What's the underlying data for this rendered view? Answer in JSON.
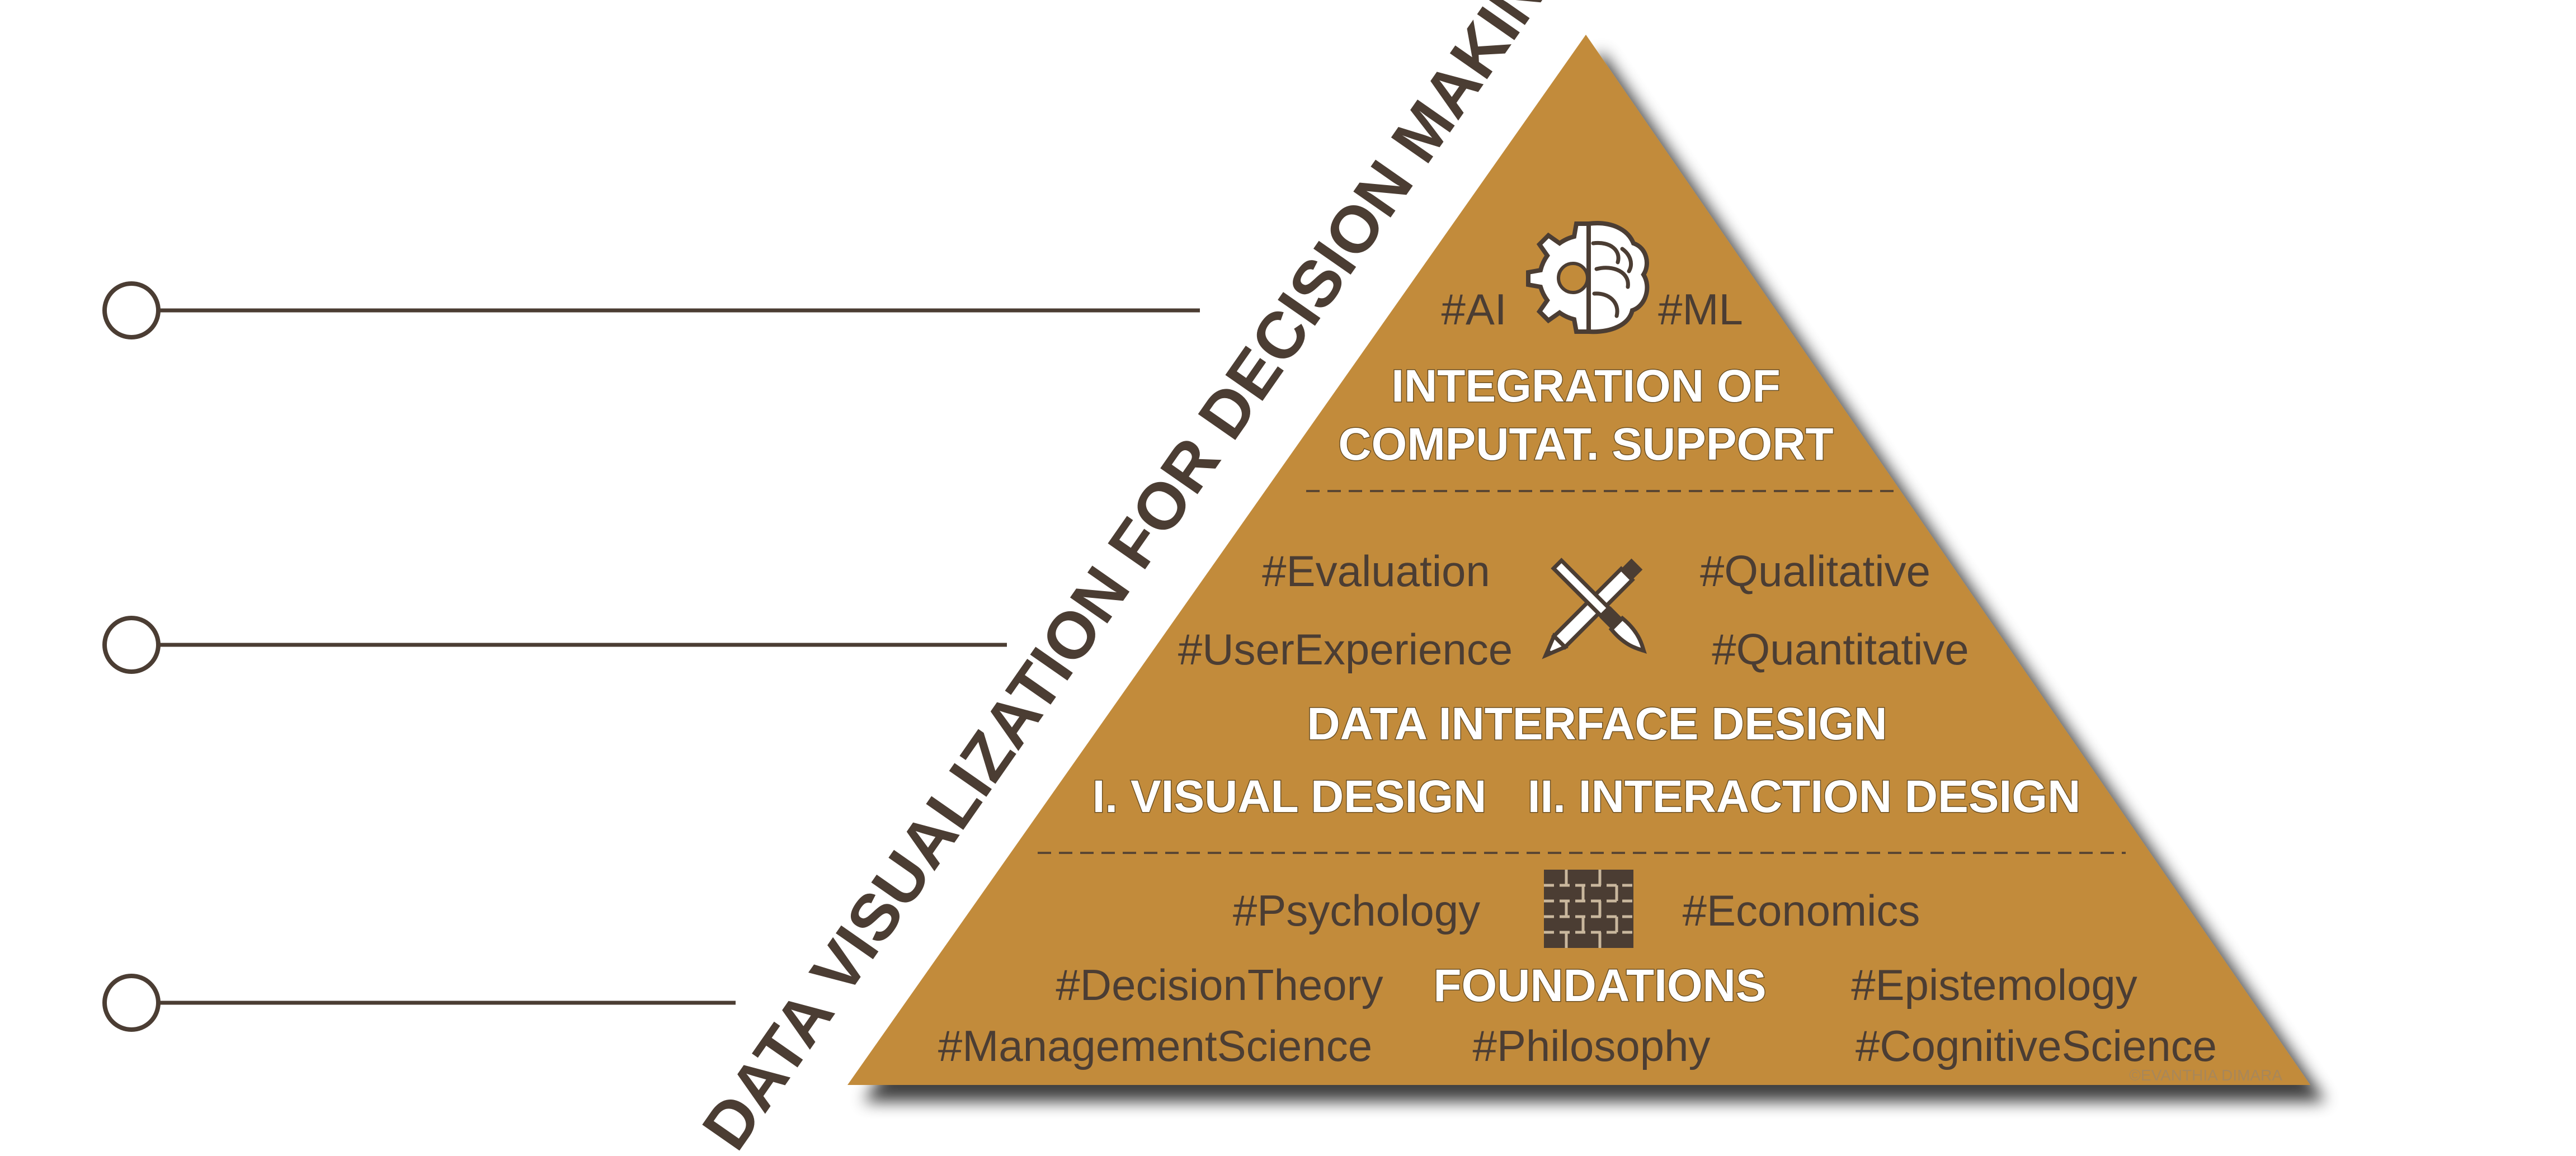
{
  "title": "DATA VISUALIZATION FOR DECISION MAKING",
  "colors": {
    "pyramid_fill": "#c28b3a",
    "text_dark": "#4b3d33",
    "heading_text": "#ffffff",
    "line_color": "#4b3d33",
    "shadow": "#5a5a5a"
  },
  "levels": [
    {
      "name": "top",
      "heading_lines": [
        "INTEGRATION OF",
        "COMPUTAT. SUPPORT"
      ],
      "icon": "gear-brain-icon",
      "tags": [
        "#AI",
        "#ML"
      ]
    },
    {
      "name": "middle",
      "heading": "DATA INTERFACE DESIGN",
      "subheadings": [
        "I. VISUAL DESIGN",
        "II. INTERACTION DESIGN"
      ],
      "icon": "pencil-brush-icon",
      "tags": [
        "#Evaluation",
        "#Qualitative",
        "#UserExperience",
        "#Quantitative"
      ]
    },
    {
      "name": "base",
      "heading": "FOUNDATIONS",
      "icon": "brick-wall-icon",
      "tags": [
        "#Psychology",
        "#Economics",
        "#DecisionTheory",
        "#Epistemology",
        "#ManagementScience",
        "#Philosophy",
        "#CognitiveScience"
      ]
    }
  ],
  "copyright": "©EVANTHIA DIMARA"
}
